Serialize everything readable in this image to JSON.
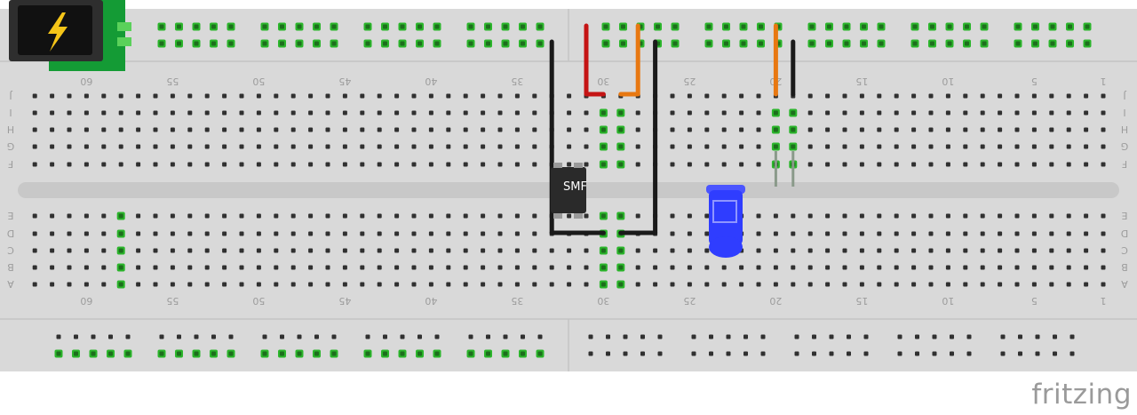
{
  "app": {
    "brand": "fritzing"
  },
  "colors": {
    "board": "#d9d9d9",
    "hole": "#303030",
    "connected": "#2bb52b",
    "wire_red": "#c51414",
    "wire_orange": "#e87811",
    "wire_black": "#1a1a1a",
    "led": "#2f3dff",
    "power_pcb": "#149b35"
  },
  "breadboard": {
    "row_labels_top": [
      "J",
      "I",
      "H",
      "G",
      "F"
    ],
    "row_labels_bottom": [
      "E",
      "D",
      "C",
      "B",
      "A"
    ],
    "column_labels": [
      "60",
      "55",
      "50",
      "45",
      "40",
      "35",
      "30",
      "25",
      "20",
      "15",
      "10",
      "5",
      "1"
    ]
  },
  "components": {
    "chip_label": "SMF",
    "power_icon": "lightning-bolt-icon",
    "led_icon": "led-icon"
  }
}
